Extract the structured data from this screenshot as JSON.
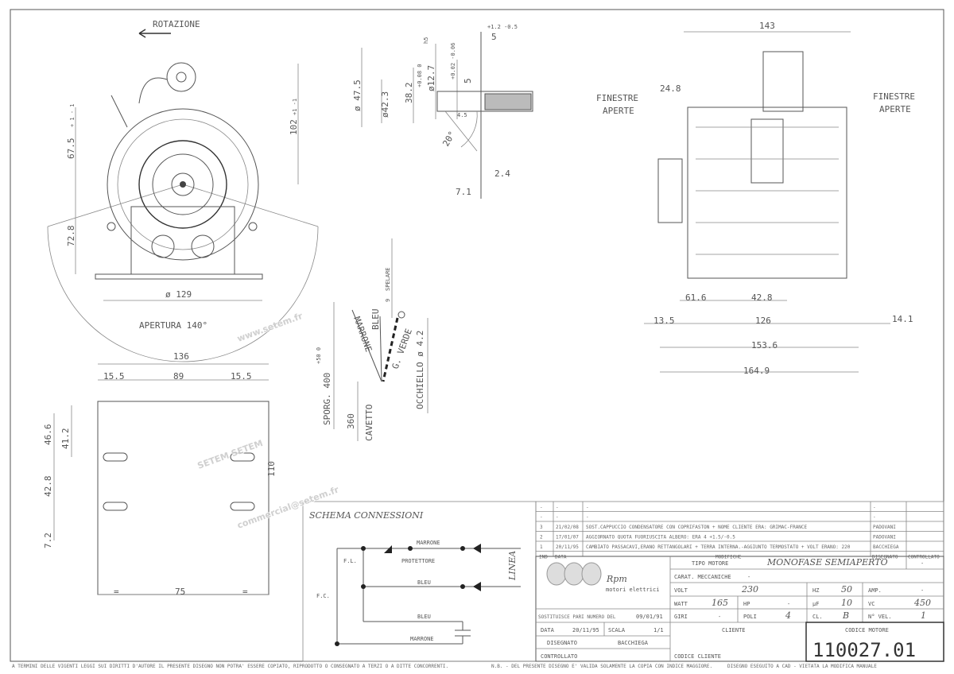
{
  "front_view": {
    "rotation_label": "ROTAZIONE",
    "dim_height_top": "67.5",
    "dim_height_top_tol": "+ 1\n- 1",
    "dim_height_total": "102",
    "dim_height_bottom": "72.8",
    "tol_pm1": "+1 -1",
    "dim_diameter": "ø 129",
    "opening_label": "APERTURA 140°"
  },
  "shaft_detail": {
    "d1": "ø 47.5",
    "d2": "ø42.3",
    "d3": "38.2",
    "d3_tol": "+0.08 0",
    "d4": "ø12.7",
    "d4_fit": "h5",
    "d5_tol": "+0.02 -0.06",
    "d5": "5",
    "len": "5",
    "len_tol": "+1.2 -0.5",
    "d6": "4.5",
    "angle": "20°",
    "d7": "2.4",
    "d8": "7.1"
  },
  "side_view": {
    "overall": "143",
    "d_248": "24.8",
    "windows_left": [
      "FINESTRE",
      "APERTE"
    ],
    "windows_right": [
      "FINESTRE",
      "APERTE"
    ],
    "d_616": "61.6",
    "d_428": "42.8",
    "d_135": "13.5",
    "d_126": "126",
    "d_141": "14.1",
    "d_1536": "153.6",
    "d_1649": "164.9"
  },
  "bottom_view": {
    "width": "136",
    "left": "15.5",
    "mid": "89",
    "right": "15.5",
    "h1": "46.6",
    "h2": "41.2",
    "h3": "42.8",
    "h4": "7.2",
    "base": "75",
    "eq_left": "=",
    "eq_right": "=",
    "h5": "110"
  },
  "cable_detail": {
    "strip": "SPELARE",
    "strip_len": "9",
    "wire_blue": "BLEU",
    "wire_brown": "MARRONE",
    "wire_ground": "G. VERDE",
    "eyelet": "OCCHIELLO ø 4.2",
    "length": "SPORG. 400",
    "length_tol": "+50 0",
    "cable_len": "360",
    "cable": "CAVETTO"
  },
  "schematic": {
    "title": "SCHEMA CONNESSIONI",
    "marrone_top": "MARRONE",
    "protector": "PROTETTORE",
    "bleu_mid": "BLEU",
    "bleu_low": "BLEU",
    "marrone_low": "MARRONE",
    "fl": "F.L.",
    "fc": "F.C.",
    "line": "LINEA"
  },
  "revisions": {
    "rows": [
      {
        "ind": "-",
        "date": "-",
        "change": "-",
        "drawn": "-",
        "checked": ""
      },
      {
        "ind": "-",
        "date": "-",
        "change": "-",
        "drawn": "-",
        "checked": ""
      },
      {
        "ind": "3",
        "date": "21/02/08",
        "change": "SOST.CAPPUCCIO CONDENSATORE CON COPRIFASTON + NOME CLIENTE ERA: GRIMAC-FRANCE",
        "drawn": "PADOVANI",
        "checked": ""
      },
      {
        "ind": "2",
        "date": "17/01/07",
        "change": "AGGIORNATO QUOTA FUORIUSCITA ALBERO: ERA 4 +1.5/-0.5",
        "drawn": "PADOVANI",
        "checked": ""
      },
      {
        "ind": "1",
        "date": "20/11/95",
        "change": "CAMBIATO PASSACAVI,ERANO RETTANGOLARI + TERRA INTERNA.-AGGIUNTO TERMOSTATO + VOLT ERANO: 220",
        "drawn": "BACCHIEGA",
        "checked": ""
      }
    ],
    "headers": {
      "ind": "IND",
      "date": "DATA",
      "change": "MODIFICHE",
      "drawn": "DISEGNATO",
      "checked": "CONTROLLATO"
    }
  },
  "title_block": {
    "logo_text": "Rpm",
    "logo_sub": "motori elettrici",
    "tipo_label": "TIPO MOTORE",
    "tipo": "MONOFASE SEMIAPERTO",
    "tipo_extra": "-",
    "carat_label": "CARAT. MECCANICHE",
    "carat": "-",
    "volt_label": "VOLT",
    "volt": "230",
    "hz_label": "HZ",
    "hz": "50",
    "amp_label": "AMP.",
    "amp": "-",
    "watt_label": "WATT",
    "watt": "165",
    "hp_label": "HP",
    "hp": "-",
    "uf_label": "μF",
    "uf": "10",
    "vc_label": "VC",
    "vc": "450",
    "giri_label": "GIRI",
    "giri": "-",
    "poli_label": "POLI",
    "poli": "4",
    "cl_label": "CL.",
    "cl": "B",
    "vel_label": "N° VEL.",
    "vel": "1",
    "replaces_label": "SOSTITUISCE PARI NUMERO DEL",
    "replaces": "09/01/91",
    "date_label": "DATA",
    "date": "20/11/95",
    "scale_label": "SCALA",
    "scale": "1/1",
    "drawn_label": "DISEGNATO",
    "drawn": "BACCHIEGA",
    "checked_label": "CONTROLLATO",
    "client_label": "CLIENTE",
    "client_code_label": "CODICE CLIENTE",
    "motor_code_label": "CODICE MOTORE",
    "motor_code": "110027.01"
  },
  "footer": {
    "copyright": "A TERMINI DELLE VIGENTI LEGGI SUI DIRITTI D'AUTORE IL PRESENTE DISEGNO NON POTRA' ESSERE COPIATO, RIPRODOTTO O CONSEGNATO A TERZI O A DITTE CONCORRENTI.",
    "note": "N.B. - DEL PRESENTE DISEGNO E' VALIDA SOLAMENTE LA COPIA CON INDICE MAGGIORE.",
    "cad": "DISEGNO ESEGUITO A CAD - VIETATA LA MODIFICA MANUALE"
  },
  "watermark": {
    "url": "www.setem.fr",
    "brand": "SETEM SETEM",
    "email": "commercial@setem.fr"
  }
}
